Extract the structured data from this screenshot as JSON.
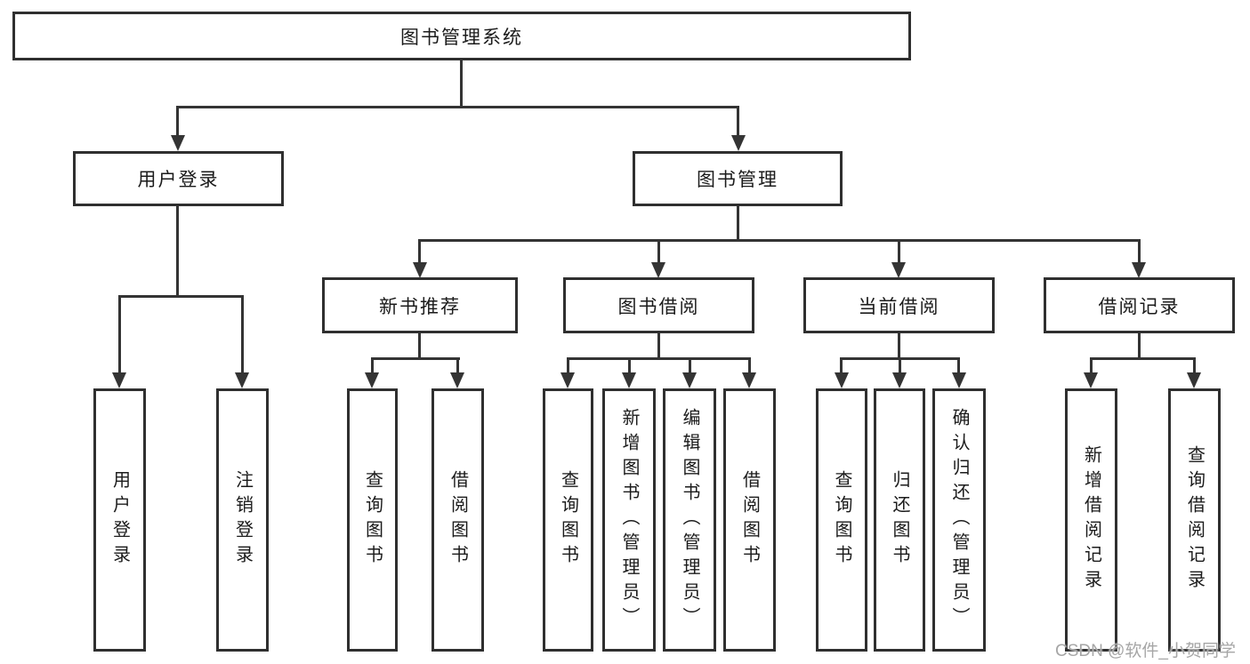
{
  "watermark": "CSDN @软件_小贺同学",
  "colors": {
    "line": "#343434",
    "node_border": "#2f2f2f",
    "text": "#1b1b1b",
    "watermark_text": "#a6a6a6",
    "background": "#ffffff"
  },
  "diagram": {
    "root": {
      "label": "图书管理系统"
    },
    "branches": [
      {
        "label": "用户登录",
        "children": [
          {
            "label": "用户登录"
          },
          {
            "label": "注销登录"
          }
        ]
      },
      {
        "label": "图书管理",
        "children": [
          {
            "label": "新书推荐",
            "children": [
              {
                "label": "查询图书"
              },
              {
                "label": "借阅图书"
              }
            ]
          },
          {
            "label": "图书借阅",
            "children": [
              {
                "label": "查询图书"
              },
              {
                "label": "新增图书（管理员）"
              },
              {
                "label": "编辑图书（管理员）"
              },
              {
                "label": "借阅图书"
              }
            ]
          },
          {
            "label": "当前借阅",
            "children": [
              {
                "label": "查询图书"
              },
              {
                "label": "归还图书"
              },
              {
                "label": "确认归还（管理员）"
              }
            ]
          },
          {
            "label": "借阅记录",
            "children": [
              {
                "label": "新增借阅记录"
              },
              {
                "label": "查询借阅记录"
              }
            ]
          }
        ]
      }
    ]
  }
}
